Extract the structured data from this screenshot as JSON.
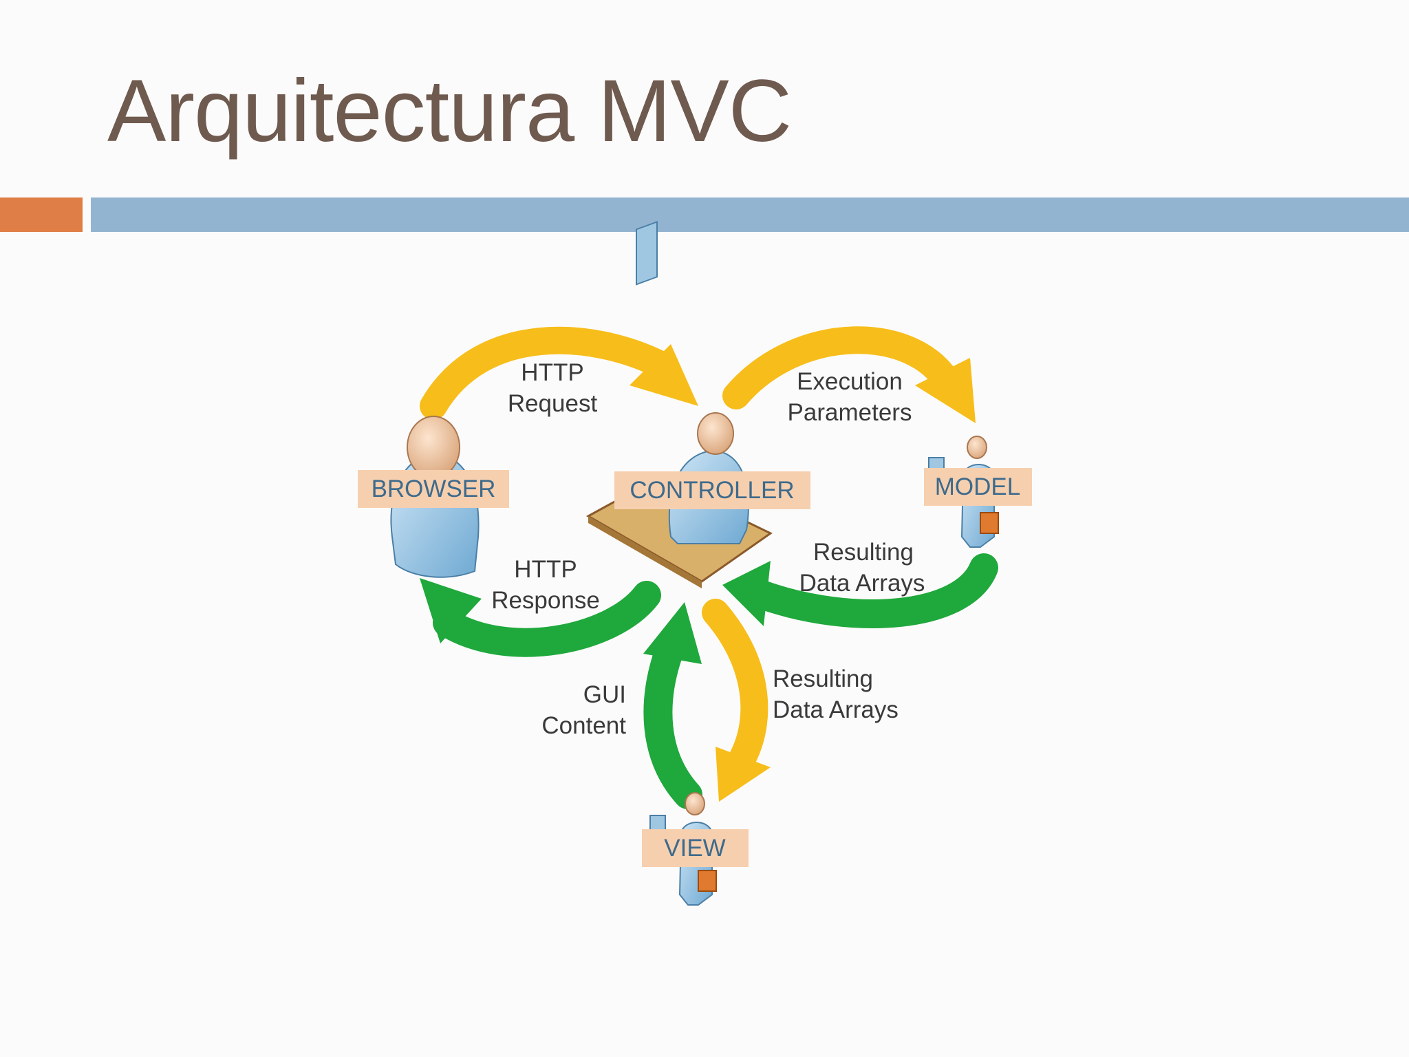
{
  "slide": {
    "title": "Arquitectura MVC",
    "accent_color": "#df7f47",
    "bar_color": "#93b4d0",
    "title_color": "#6f5a4f"
  },
  "diagram": {
    "nodes": {
      "browser": "BROWSER",
      "controller": "CONTROLLER",
      "model": "MODEL",
      "view": "VIEW"
    },
    "arrows": {
      "http_request": [
        "HTTP",
        "Request"
      ],
      "execution_parameters": [
        "Execution",
        "Parameters"
      ],
      "resulting_data_model": [
        "Resulting",
        "Data Arrays"
      ],
      "http_response": [
        "HTTP",
        "Response"
      ],
      "gui_content": [
        "GUI",
        "Content"
      ],
      "resulting_data_view": [
        "Resulting",
        "Data Arrays"
      ]
    },
    "colors": {
      "request_arrow": "#f7bd1a",
      "response_arrow": "#1fa83c",
      "label_box": "#f6cfae",
      "label_text": "#3d6a8c"
    }
  }
}
